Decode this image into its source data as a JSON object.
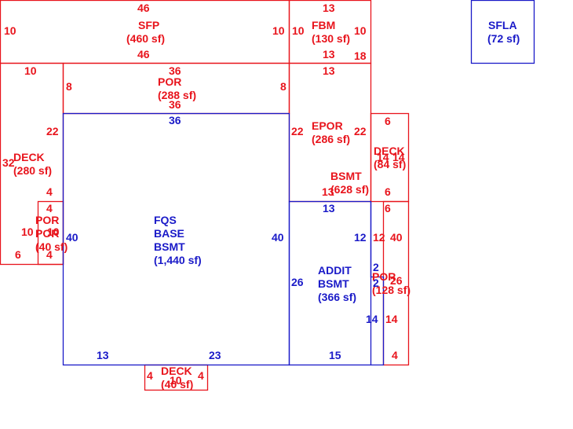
{
  "colors": {
    "red": "#e8141c",
    "blue": "#1a1ac8"
  },
  "areas": [
    {
      "id": "sfp",
      "name": "SFP",
      "area": "(460 sf)",
      "color": "red",
      "dims": [
        "46",
        "46",
        "10",
        "10"
      ]
    },
    {
      "id": "fbm",
      "name": "FBM",
      "area": "(130 sf)",
      "color": "red",
      "dims": [
        "13",
        "13",
        "10",
        "10",
        "18"
      ]
    },
    {
      "id": "sfla",
      "name": "SFLA",
      "area": "(72 sf)",
      "color": "blue",
      "dims": []
    },
    {
      "id": "por-top",
      "name": "POR",
      "area": "(288 sf)",
      "color": "red",
      "dims": [
        "36",
        "36",
        "8",
        "8"
      ]
    },
    {
      "id": "deck-left",
      "name": "DECK",
      "area": "(280 sf)",
      "color": "red",
      "dims": [
        "10",
        "22",
        "32"
      ]
    },
    {
      "id": "epor",
      "name": "EPOR",
      "area": "(286 sf)",
      "color": "red",
      "dims": [
        "13",
        "22",
        "22"
      ]
    },
    {
      "id": "deck-right",
      "name": "DECK",
      "area": "(84 sf)",
      "color": "red",
      "dims": [
        "6",
        "14",
        "14",
        "6"
      ]
    },
    {
      "id": "bsmt-upper",
      "name": "BSMT",
      "area": "(628 sf)",
      "color": "red",
      "dims": [
        "13"
      ]
    },
    {
      "id": "por-small",
      "name": "POR",
      "area": "(40 sf)",
      "color": "red",
      "dims": [
        "4",
        "4",
        "10",
        "10",
        "4",
        "6"
      ]
    },
    {
      "id": "fqs",
      "name": "FQS\nBASE\nBSMT",
      "area": "(1,440 sf)",
      "color": "blue",
      "dims": [
        "36",
        "40",
        "40",
        "13",
        "23"
      ]
    },
    {
      "id": "addit",
      "name": "ADDIT\nBSMT",
      "area": "(366 sf)",
      "color": "blue",
      "dims": [
        "13",
        "12",
        "26",
        "15",
        "14",
        "2",
        "2"
      ]
    },
    {
      "id": "por-right",
      "name": "POR",
      "area": "(128 sf)",
      "color": "red",
      "dims": [
        "6",
        "12",
        "40",
        "26",
        "14",
        "4"
      ]
    },
    {
      "id": "deck-bottom",
      "name": "DECK",
      "area": "(40 sf)",
      "color": "red",
      "dims": [
        "4",
        "4",
        "10"
      ]
    }
  ]
}
